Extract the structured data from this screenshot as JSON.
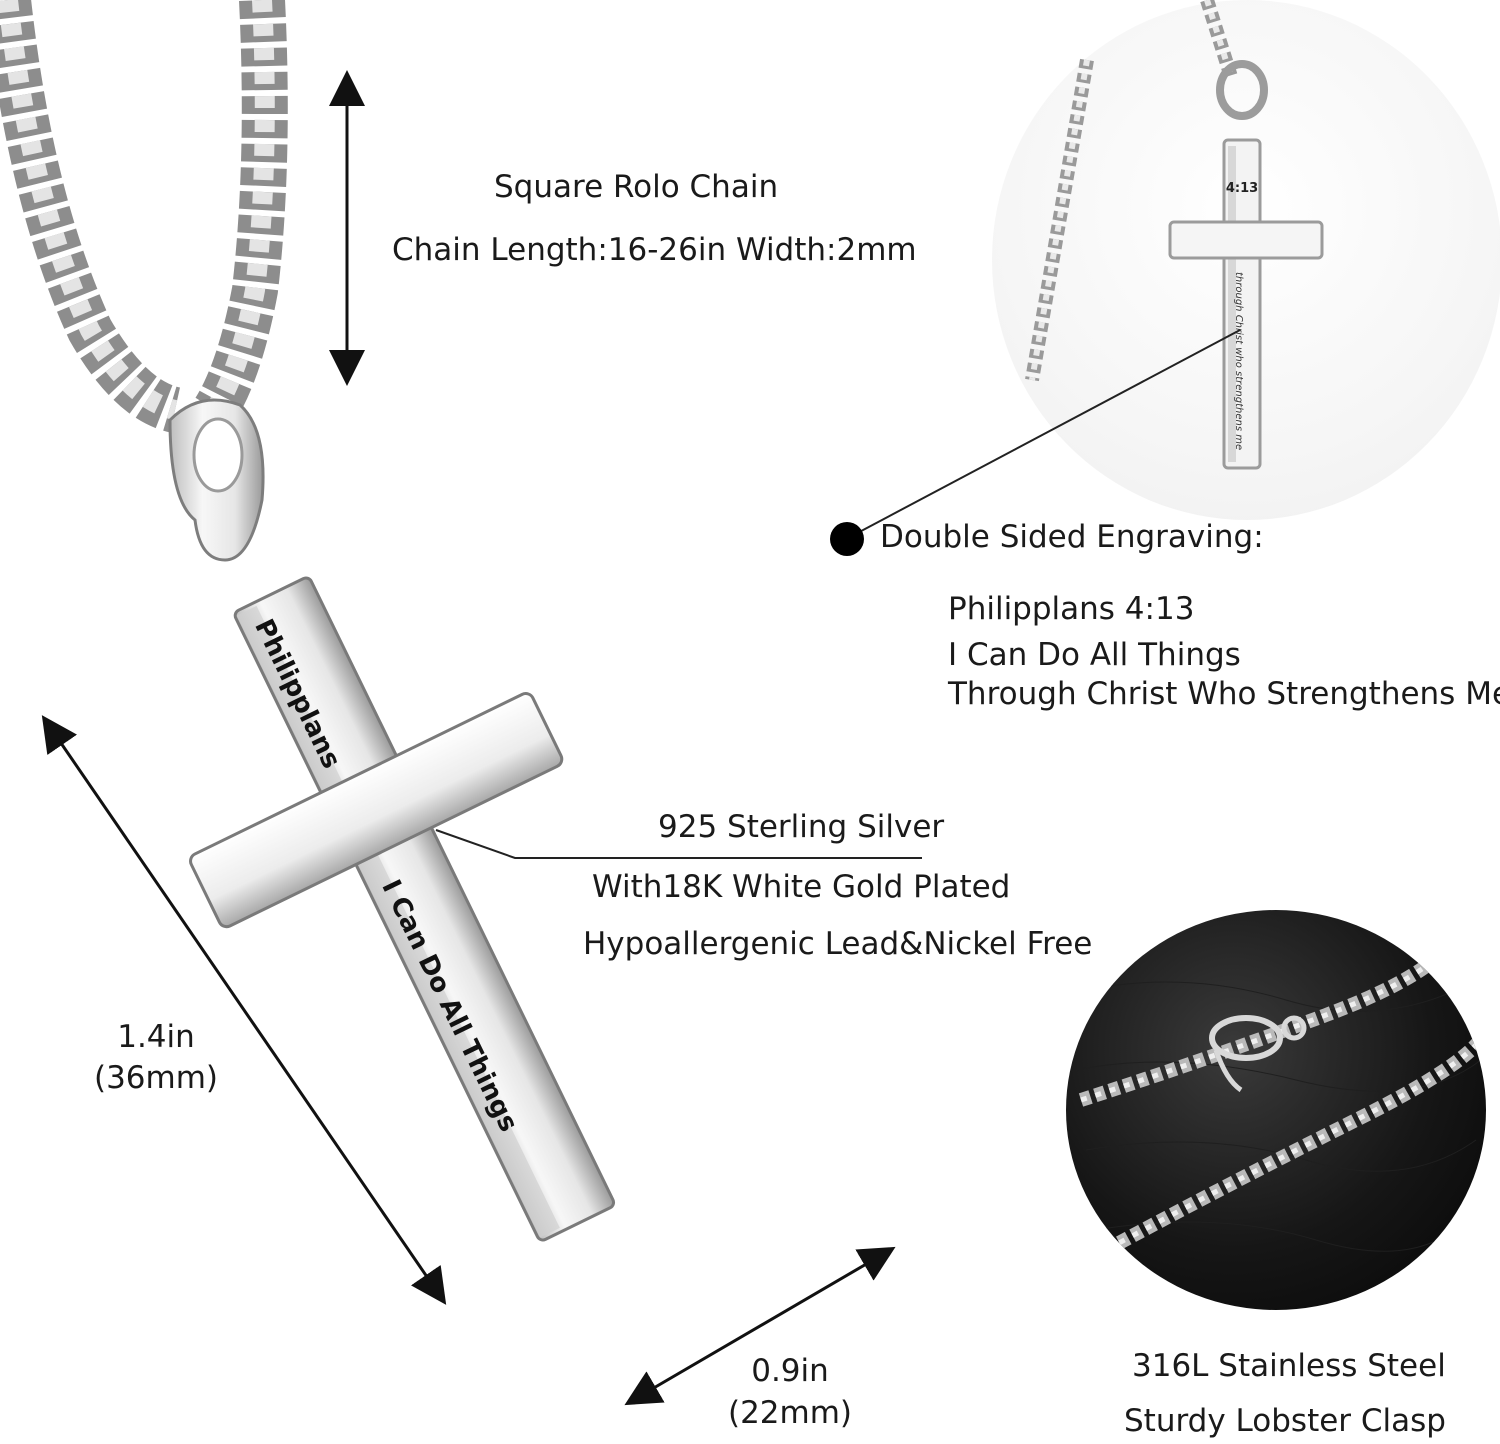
{
  "chain": {
    "title": "Square Rolo Chain",
    "spec": "Chain Length:16-26in   Width:2mm"
  },
  "engraving": {
    "heading": "Double Sided Engraving:",
    "lines": [
      "Philipplans   4:13",
      "I Can Do All Things",
      "Through Christ Who Strengthens Me."
    ],
    "back_text": "through Christ who strengthens me",
    "back_verse": "4:13"
  },
  "material": {
    "lines": [
      "925 Sterling Silver",
      "With18K White Gold Plated",
      "Hypoallergenic Lead&Nickel Free"
    ]
  },
  "pendant": {
    "engraving_top": "Philipplans",
    "engraving_bottom": "I Can Do All Things"
  },
  "length": {
    "inch": "1.4in",
    "mm": "(36mm)"
  },
  "width": {
    "inch": "0.9in",
    "mm": "(22mm)"
  },
  "steel": {
    "lines": [
      "316L Stainless Steel",
      "Sturdy  Lobster Clasp"
    ]
  },
  "colors": {
    "silver_light": "#f2f2f2",
    "silver_dark": "#8a8a8a",
    "engraving": "#111111",
    "leather": "#121212"
  }
}
